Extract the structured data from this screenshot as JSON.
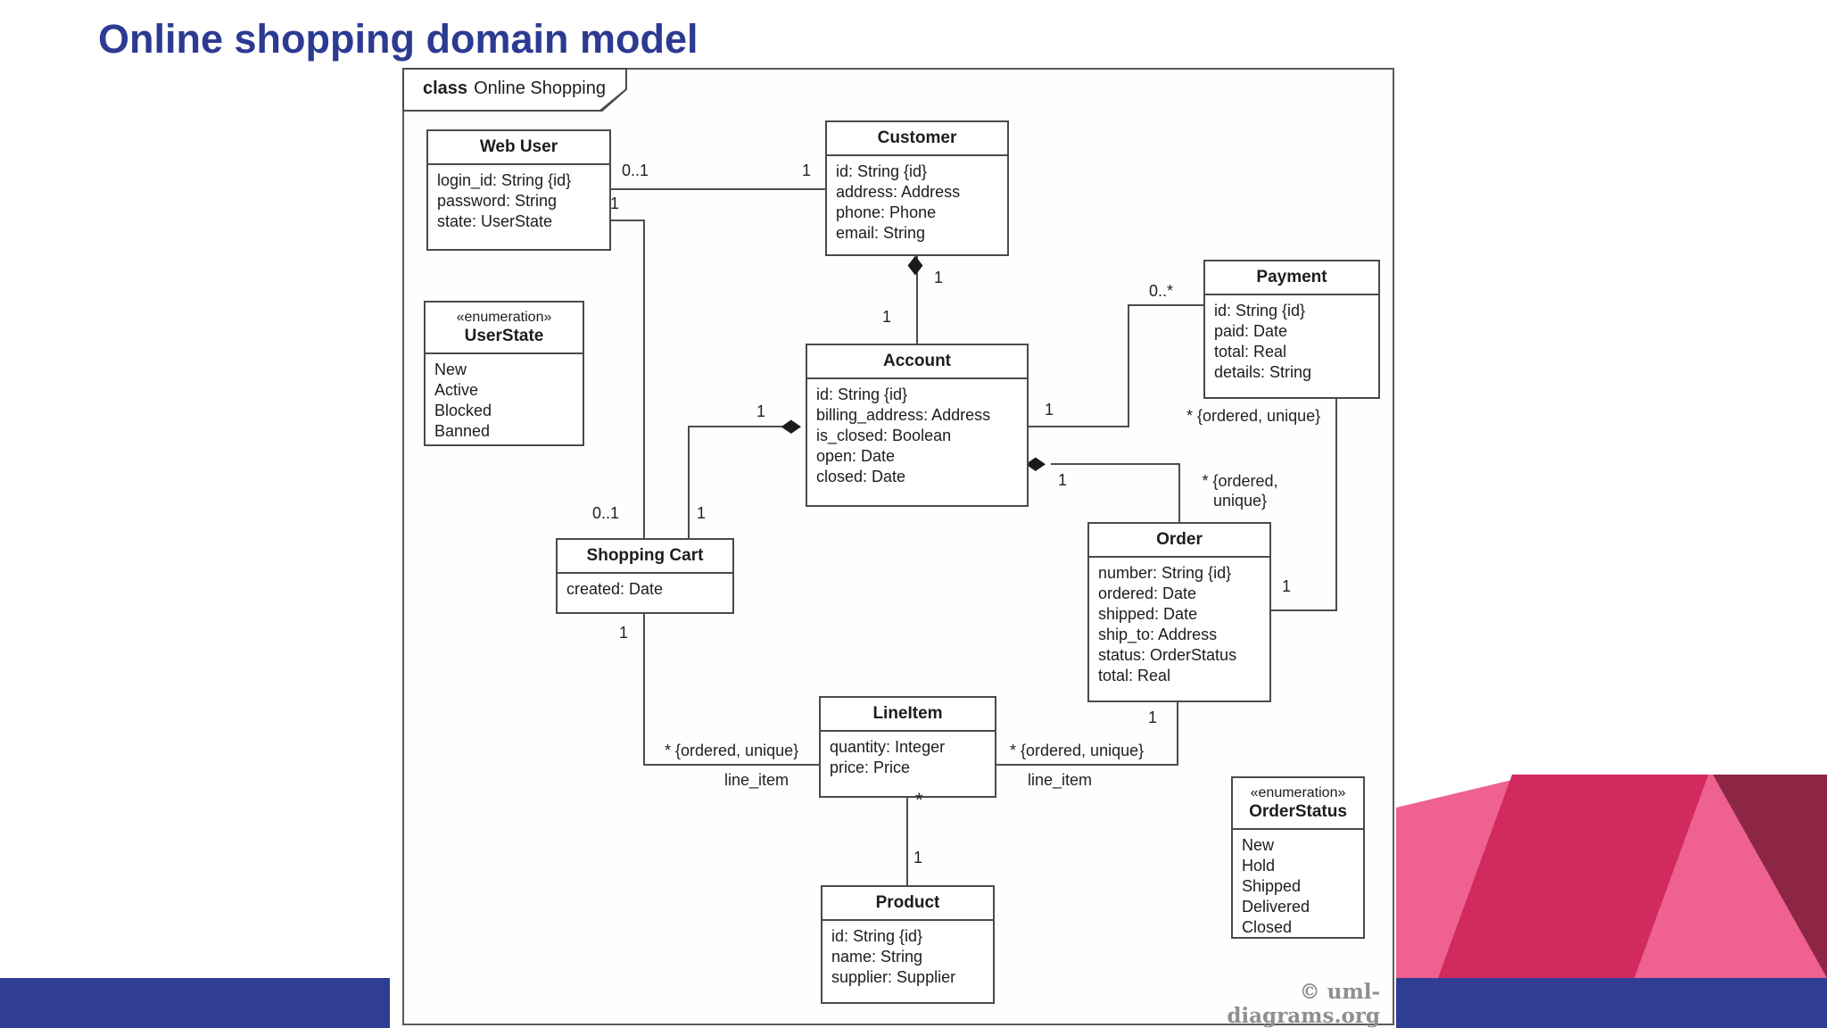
{
  "slide": {
    "title": "Online shopping domain model",
    "copyright": "© uml-diagrams.org"
  },
  "frame": {
    "keyword": "class",
    "name": "Online Shopping"
  },
  "classes": [
    {
      "id": "web-user",
      "name": "Web User",
      "attributes": [
        "login_id: String {id}",
        "password: String",
        "state: UserState"
      ]
    },
    {
      "id": "customer",
      "name": "Customer",
      "attributes": [
        "id: String {id}",
        "address: Address",
        "phone: Phone",
        "email: String"
      ]
    },
    {
      "id": "user-state",
      "stereotype": "«enumeration»",
      "name": "UserState",
      "attributes": [
        "New",
        "Active",
        "Blocked",
        "Banned"
      ]
    },
    {
      "id": "account",
      "name": "Account",
      "attributes": [
        "id: String {id}",
        "billing_address: Address",
        "is_closed: Boolean",
        "open: Date",
        "closed: Date"
      ]
    },
    {
      "id": "payment",
      "name": "Payment",
      "attributes": [
        "id: String {id}",
        "paid: Date",
        "total: Real",
        "details: String"
      ]
    },
    {
      "id": "shopping-cart",
      "name": "Shopping Cart",
      "attributes": [
        "created: Date"
      ]
    },
    {
      "id": "order",
      "name": "Order",
      "attributes": [
        "number: String {id}",
        "ordered: Date",
        "shipped: Date",
        "ship_to: Address",
        "status: OrderStatus",
        "total: Real"
      ]
    },
    {
      "id": "line-item",
      "name": "LineItem",
      "attributes": [
        "quantity: Integer",
        "price: Price"
      ]
    },
    {
      "id": "product",
      "name": "Product",
      "attributes": [
        "id: String {id}",
        "name: String",
        "supplier: Supplier"
      ]
    },
    {
      "id": "order-status",
      "stereotype": "«enumeration»",
      "name": "OrderStatus",
      "attributes": [
        "New",
        "Hold",
        "Shipped",
        "Delivered",
        "Closed"
      ]
    }
  ],
  "labels": [
    {
      "id": "webuser-customer-near-webuser",
      "text": "0..1"
    },
    {
      "id": "webuser-customer-near-customer",
      "text": "1"
    },
    {
      "id": "webuser-cart-near-webuser",
      "text": "1"
    },
    {
      "id": "webuser-cart-near-cart",
      "text": "0..1"
    },
    {
      "id": "customer-account-near-customer",
      "text": "1"
    },
    {
      "id": "customer-account-near-account",
      "text": "1"
    },
    {
      "id": "account-payment-near-account",
      "text": "1"
    },
    {
      "id": "account-payment-near-payment",
      "text": "0..*"
    },
    {
      "id": "order-payment-near-payment",
      "text": "* {ordered, unique}"
    },
    {
      "id": "account-cart-near-account",
      "text": "1"
    },
    {
      "id": "account-cart-near-cart",
      "text": "1"
    },
    {
      "id": "account-order-near-account",
      "text": "1"
    },
    {
      "id": "account-order-near-order",
      "text": "* {ordered,\nunique}"
    },
    {
      "id": "order-payment-near-order",
      "text": "1"
    },
    {
      "id": "order-lineitem-near-order",
      "text": "1"
    },
    {
      "id": "order-lineitem-constraint",
      "text": "* {ordered, unique}"
    },
    {
      "id": "order-lineitem-role",
      "text": "line_item"
    },
    {
      "id": "cart-lineitem-near-cart",
      "text": "1"
    },
    {
      "id": "cart-lineitem-constraint",
      "text": "* {ordered, unique}"
    },
    {
      "id": "cart-lineitem-role",
      "text": "line_item"
    },
    {
      "id": "lineitem-product-near-lineitem",
      "text": "*"
    },
    {
      "id": "lineitem-product-near-product",
      "text": "1"
    }
  ],
  "diamond_glyph": "◆"
}
